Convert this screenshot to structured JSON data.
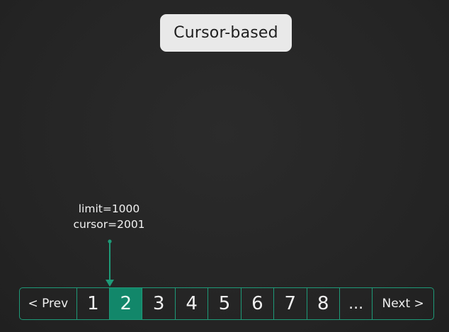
{
  "title": "Cursor-based",
  "params": {
    "limit": "limit=1000",
    "cursor": "cursor=2001"
  },
  "pagination": {
    "prev_label": "< Prev",
    "next_label": "Next >",
    "pages": [
      "1",
      "2",
      "3",
      "4",
      "5",
      "6",
      "7",
      "8",
      "..."
    ],
    "active_page": "2"
  },
  "colors": {
    "accent": "#1e9a78",
    "active_fill": "#12876a",
    "background": "#262626",
    "pill": "#e9e9e9"
  }
}
